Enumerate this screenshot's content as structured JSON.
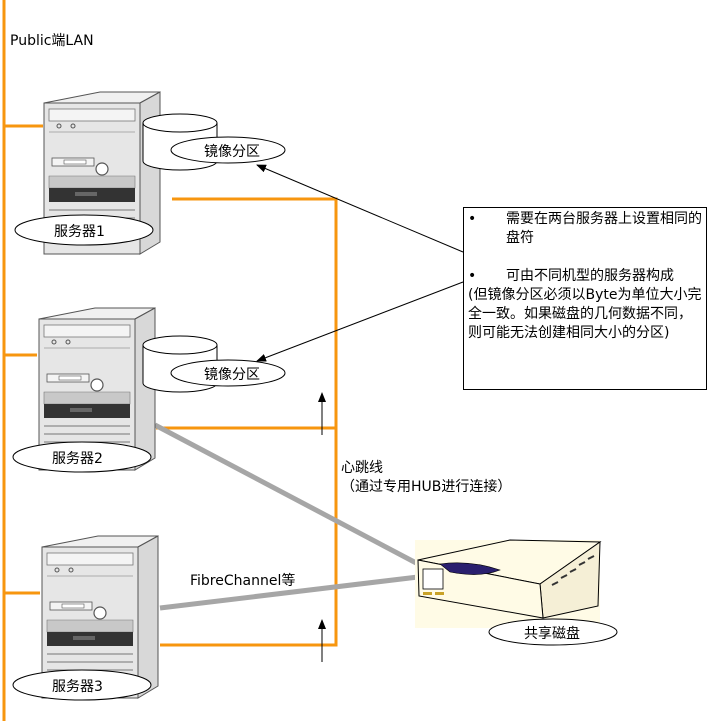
{
  "network": {
    "public_lan_label": "Public端LAN",
    "heartbeat_label": "心跳线",
    "heartbeat_sub": "（通过专用HUB进行连接）",
    "fc_label": "FibreChannel等"
  },
  "servers": [
    {
      "label": "服务器1",
      "partition_label": "镜像分区"
    },
    {
      "label": "服务器2",
      "partition_label": "镜像分区"
    },
    {
      "label": "服务器3"
    }
  ],
  "shared_disk": {
    "label": "共享磁盘"
  },
  "note": {
    "bullet_char": "•",
    "items": [
      {
        "text": "需要在两台服务器上设置相同的盘符"
      },
      {
        "text": "可由不同机型的服务器构成"
      }
    ],
    "detail": "(但镜像分区必须以Byte为单位大小完全一致。如果磁盘的几何数据不同，则可能无法创建相同大小的分区)"
  },
  "colors": {
    "lan_line": "#f7960f",
    "fc_line": "#a6a6a6",
    "disk_body": "#fffbe6",
    "disk_slot": "#2a1f6e"
  }
}
